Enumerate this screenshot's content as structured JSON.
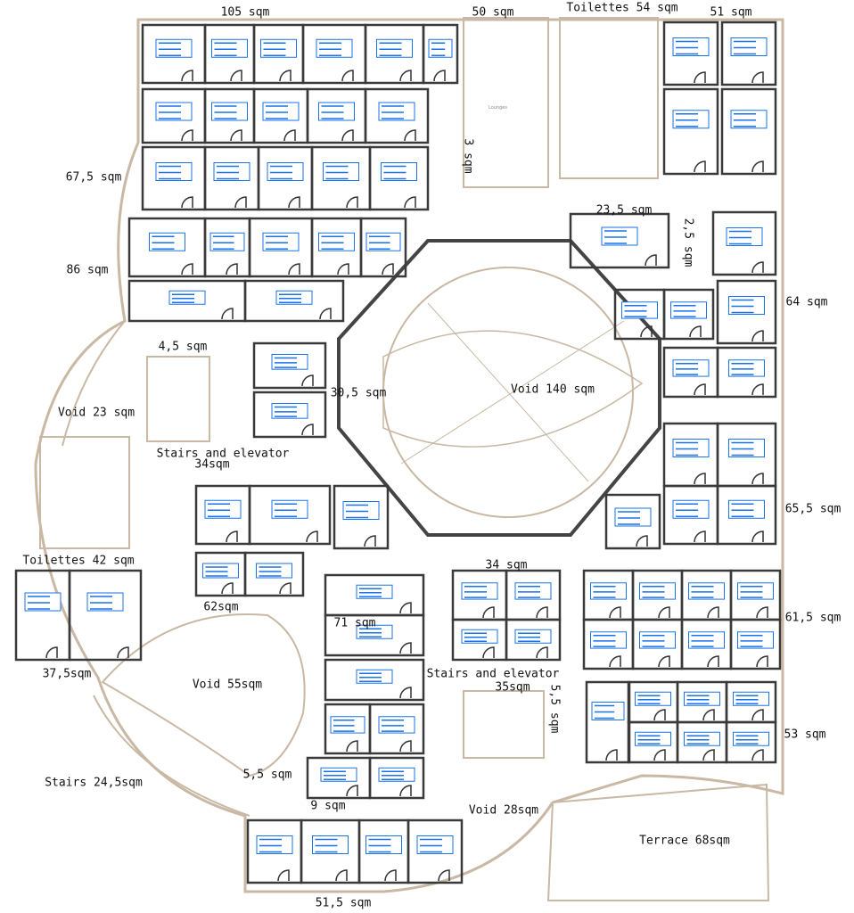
{
  "title": "Office floor plan",
  "colors": {
    "outline": "#c8b8a4",
    "wall": "#3a3a3a",
    "room_label": "#1a73e8",
    "blue_line": "#3b82f6"
  },
  "areas": [
    {
      "id": "a105",
      "text": "105 sqm"
    },
    {
      "id": "a50",
      "text": "50 sqm"
    },
    {
      "id": "toil54",
      "text": "Toilettes 54 sqm"
    },
    {
      "id": "a51",
      "text": "51 sqm"
    },
    {
      "id": "a675",
      "text": "67,5 sqm"
    },
    {
      "id": "a86",
      "text": "86 sqm"
    },
    {
      "id": "a3",
      "text": "3 sqm"
    },
    {
      "id": "a235",
      "text": "23,5 sqm"
    },
    {
      "id": "a25",
      "text": "2,5 sqm"
    },
    {
      "id": "a64",
      "text": "64 sqm"
    },
    {
      "id": "a45",
      "text": "4,5 sqm"
    },
    {
      "id": "void140",
      "text": "Void 140 sqm"
    },
    {
      "id": "a305",
      "text": "30,5 sqm"
    },
    {
      "id": "void23",
      "text": "Void 23 sqm"
    },
    {
      "id": "stairs1",
      "text": "Stairs and elevator"
    },
    {
      "id": "a34a",
      "text": "34sqm"
    },
    {
      "id": "a655",
      "text": "65,5 sqm"
    },
    {
      "id": "toil42",
      "text": "Toilettes 42 sqm"
    },
    {
      "id": "a34b",
      "text": "34 sqm"
    },
    {
      "id": "a62",
      "text": "62sqm"
    },
    {
      "id": "a615",
      "text": "61,5 sqm"
    },
    {
      "id": "a71",
      "text": "71 sqm"
    },
    {
      "id": "a375",
      "text": "37,5sqm"
    },
    {
      "id": "stairs2",
      "text": "Stairs and elevator"
    },
    {
      "id": "a35",
      "text": "35sqm"
    },
    {
      "id": "a55r",
      "text": "5,5 sqm"
    },
    {
      "id": "void55",
      "text": "Void 55sqm"
    },
    {
      "id": "a53",
      "text": "53 sqm"
    },
    {
      "id": "a55b",
      "text": "5,5 sqm"
    },
    {
      "id": "stairs245",
      "text": "Stairs 24,5sqm"
    },
    {
      "id": "a9",
      "text": "9 sqm"
    },
    {
      "id": "void28",
      "text": "Void 28sqm"
    },
    {
      "id": "terrace",
      "text": "Terrace 68sqm"
    },
    {
      "id": "a515",
      "text": "51,5 sqm"
    }
  ],
  "minor_labels": {
    "lounges": "Lounges"
  }
}
